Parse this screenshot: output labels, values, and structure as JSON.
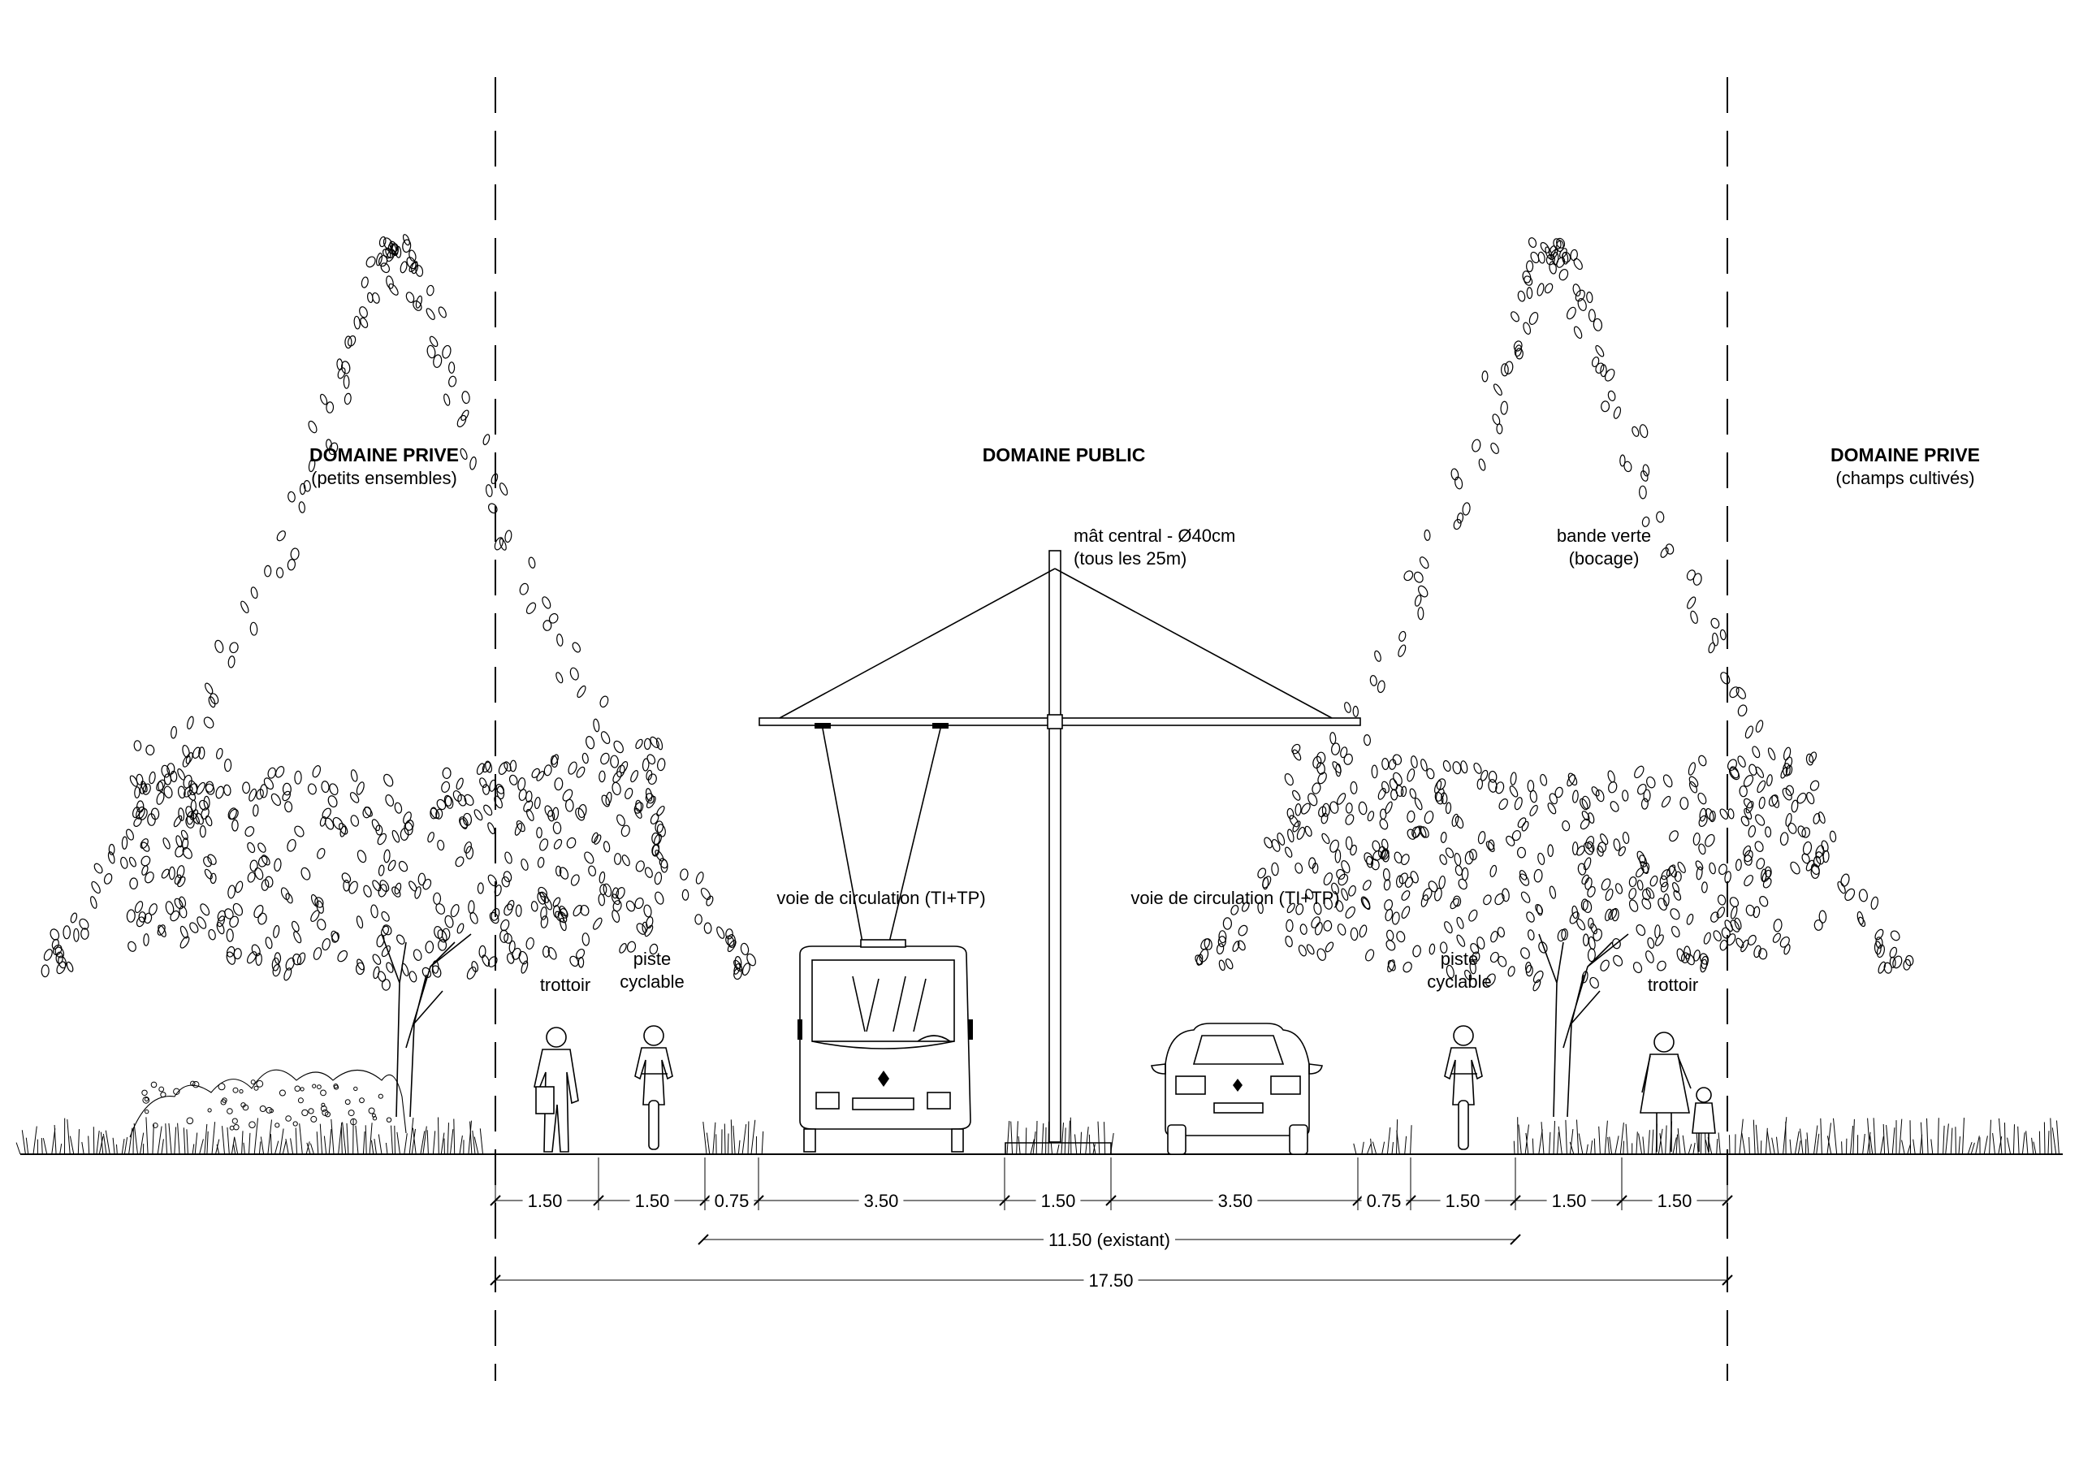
{
  "zones": {
    "private_left_title": "DOMAINE PRIVE",
    "private_left_sub": "(petits ensembles)",
    "public_title": "DOMAINE PUBLIC",
    "private_right_title": "DOMAINE PRIVE",
    "private_right_sub": "(champs cultivés)"
  },
  "annotations": {
    "mast_line1": "mât central - Ø40cm",
    "mast_line2": "(tous les 25m)",
    "green_line1": "bande verte",
    "green_line2": "(bocage)",
    "lane_left": "voie de circulation (TI+TP)",
    "lane_right": "voie de circulation (TI+TP)",
    "trottoir_left": "trottoir",
    "cycle_left_1": "piste",
    "cycle_left_2": "cyclable",
    "cycle_right_1": "piste",
    "cycle_right_2": "cyclable",
    "trottoir_right": "trottoir"
  },
  "dimensions": {
    "segments": [
      "1.50",
      "1.50",
      "0.75",
      "3.50",
      "1.50",
      "3.50",
      "0.75",
      "1.50",
      "1.50",
      "1.50"
    ],
    "existing": "11.50 (existant)",
    "total": "17.50"
  },
  "icons": [
    "tree-icon",
    "pedestrian-icon",
    "cyclist-icon",
    "trolleybus-icon",
    "car-icon",
    "mast-icon",
    "grass-icon",
    "hedge-icon",
    "woman-child-icon"
  ]
}
